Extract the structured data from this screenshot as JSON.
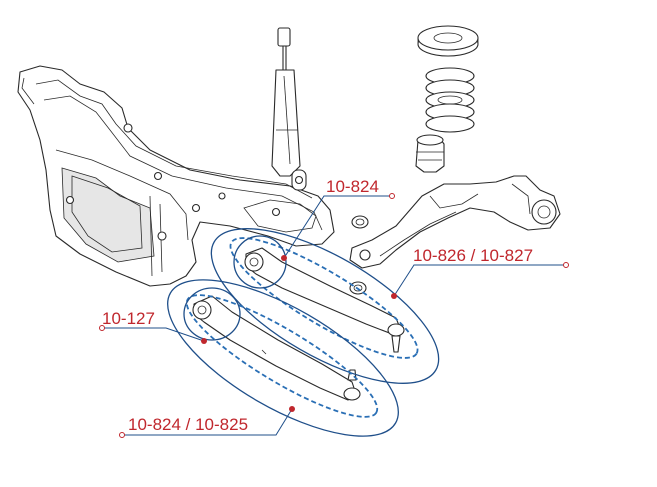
{
  "labels": {
    "upper_arm": "10-824",
    "right_arm": "10-826 / 10-827",
    "bushing": "10-127",
    "lower_arm": "10-824 / 10-825"
  },
  "colors": {
    "label_text": "#c0272d",
    "circle_line": "#1f4f8a",
    "dashed_line": "#2a6fb5",
    "drawing_line": "#2a2a2a"
  }
}
